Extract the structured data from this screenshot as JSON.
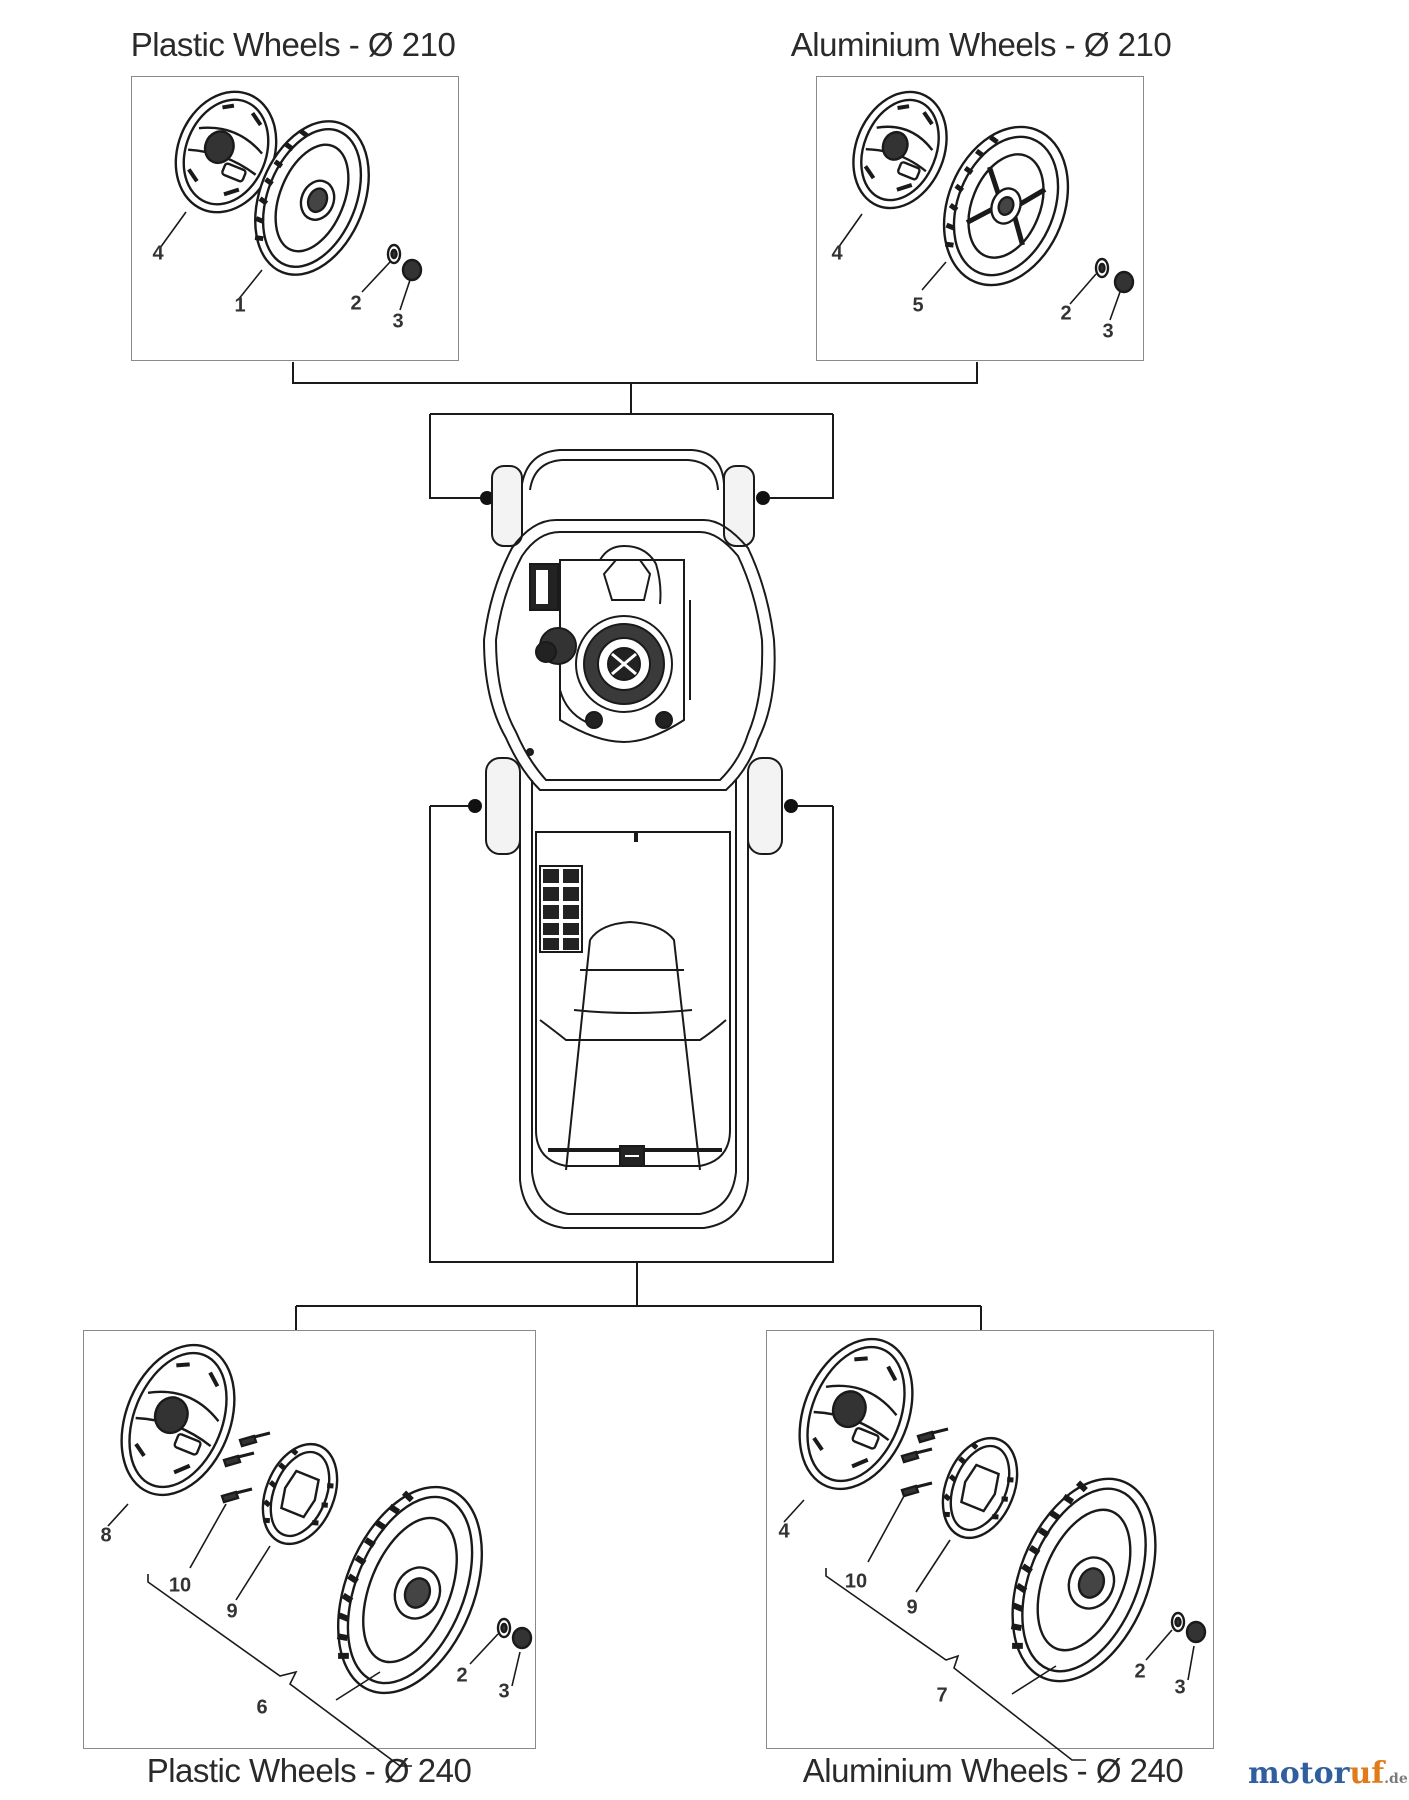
{
  "panels": {
    "top_left": {
      "title": "Plastic Wheels - Ø 210",
      "callouts": [
        "4",
        "1",
        "2",
        "3"
      ]
    },
    "top_right": {
      "title": "Aluminium Wheels - Ø 210",
      "callouts": [
        "4",
        "5",
        "2",
        "3"
      ]
    },
    "bottom_left": {
      "title": "Plastic Wheels - Ø 240",
      "callouts": [
        "8",
        "10",
        "9",
        "6",
        "2",
        "3"
      ]
    },
    "bottom_right": {
      "title": "Aluminium Wheels - Ø 240",
      "callouts": [
        "4",
        "10",
        "9",
        "7",
        "2",
        "3"
      ]
    }
  },
  "logo": {
    "main": "motor",
    "accent": "uf",
    "suffix": ".de"
  },
  "colors": {
    "line": "#1a1a1a",
    "box_border": "#8a8a8a",
    "logo_blue": "#2f5f9e",
    "logo_orange": "#e07a1a"
  }
}
